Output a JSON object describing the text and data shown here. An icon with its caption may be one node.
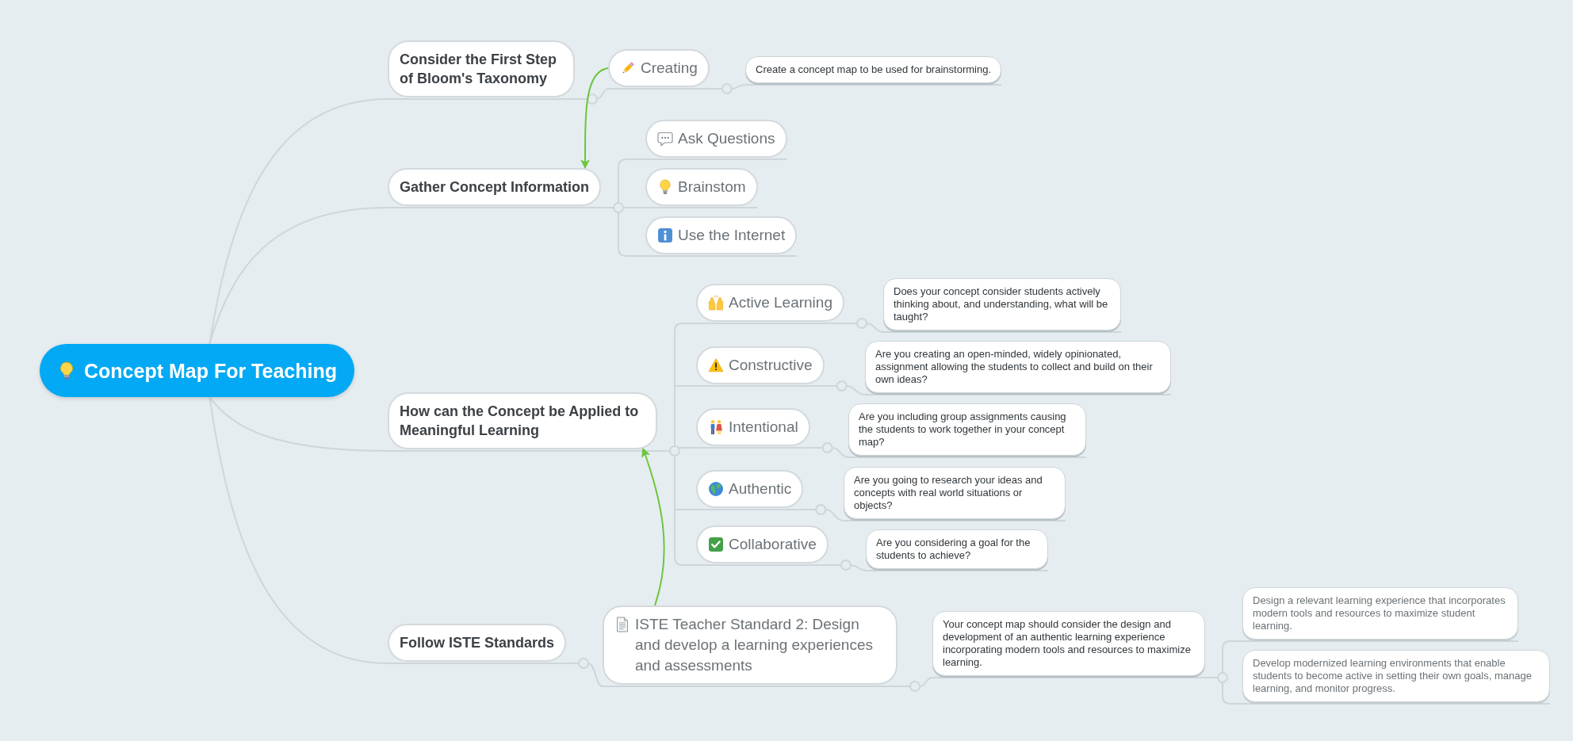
{
  "diagram": {
    "nodes": [
      {
        "text": [
          "Concept Map For Teaching"
        ]
      },
      {
        "text": [
          "Consider the First Step of Bloom's Taxonomy"
        ]
      },
      {
        "text": [
          "Creating"
        ]
      },
      {
        "text": [
          "Create a concept map to be used for brainstorming."
        ]
      },
      {
        "text": [
          "Gather Concept Information"
        ]
      },
      {
        "text": [
          "Ask Questions"
        ]
      },
      {
        "text": [
          "Brainstom"
        ]
      },
      {
        "text": [
          "Use the Internet"
        ]
      },
      {
        "text": [
          "How can the Concept be Applied to Meaningful Learning"
        ]
      },
      {
        "text": [
          "Active Learning"
        ]
      },
      {
        "text": [
          "Does your concept consider students actively thinking about, and understanding, what will be taught?"
        ]
      },
      {
        "text": [
          "Constructive"
        ]
      },
      {
        "text": [
          "Are you creating an open-minded, widely opinionated, assignment allowing the students to collect and build on their own ideas?"
        ]
      },
      {
        "text": [
          "Intentional"
        ]
      },
      {
        "text": [
          "Are you including group assignments causing the students to work together in your concept map?"
        ]
      },
      {
        "text": [
          "Authentic"
        ]
      },
      {
        "text": [
          "Are you going to research your ideas and concepts with real world situations or objects?"
        ]
      },
      {
        "text": [
          "Collaborative"
        ]
      },
      {
        "text": [
          "Are you considering a goal for the students to achieve?"
        ]
      },
      {
        "text": [
          "Follow ISTE Standards"
        ]
      },
      {
        "text": [
          "ISTE Teacher Standard 2: Design and develop a learning experiences and assessments"
        ]
      },
      {
        "text": [
          "Your concept map should consider the design and development of an authentic learning experience incorporating modern tools and resources to maximize learning."
        ]
      },
      {
        "text": [
          "Design a relevant learning experience that incorporates modern tools and resources to maximize student learning."
        ]
      },
      {
        "text": [
          "Develop modernized learning environments that enable students to become active in setting their own goals, manage learning, and monitor progress."
        ]
      }
    ],
    "edges": [
      {
        "from": 0,
        "to": 1,
        "arrow": "none"
      },
      {
        "from": 1,
        "to": 2,
        "arrow": "none"
      },
      {
        "from": 2,
        "to": 3,
        "arrow": "none"
      },
      {
        "from": 0,
        "to": 4,
        "arrow": "none"
      },
      {
        "from": 4,
        "to": 5,
        "arrow": "none"
      },
      {
        "from": 4,
        "to": 6,
        "arrow": "none"
      },
      {
        "from": 4,
        "to": 7,
        "arrow": "none"
      },
      {
        "from": 0,
        "to": 8,
        "arrow": "none"
      },
      {
        "from": 8,
        "to": 9,
        "arrow": "none"
      },
      {
        "from": 9,
        "to": 10,
        "arrow": "none"
      },
      {
        "from": 8,
        "to": 11,
        "arrow": "none"
      },
      {
        "from": 11,
        "to": 12,
        "arrow": "none"
      },
      {
        "from": 8,
        "to": 13,
        "arrow": "none"
      },
      {
        "from": 13,
        "to": 14,
        "arrow": "none"
      },
      {
        "from": 8,
        "to": 15,
        "arrow": "none"
      },
      {
        "from": 15,
        "to": 16,
        "arrow": "none"
      },
      {
        "from": 8,
        "to": 17,
        "arrow": "none"
      },
      {
        "from": 17,
        "to": 18,
        "arrow": "none"
      },
      {
        "from": 0,
        "to": 19,
        "arrow": "none"
      },
      {
        "from": 19,
        "to": 20,
        "arrow": "none"
      },
      {
        "from": 20,
        "to": 21,
        "arrow": "none"
      },
      {
        "from": 21,
        "to": 22,
        "arrow": "none"
      },
      {
        "from": 21,
        "to": 23,
        "arrow": "none"
      },
      {
        "from": 2,
        "to": 4,
        "arrow": "to",
        "color": "#6cc63c"
      },
      {
        "from": 20,
        "to": 8,
        "arrow": "to",
        "color": "#6cc63c"
      }
    ]
  }
}
